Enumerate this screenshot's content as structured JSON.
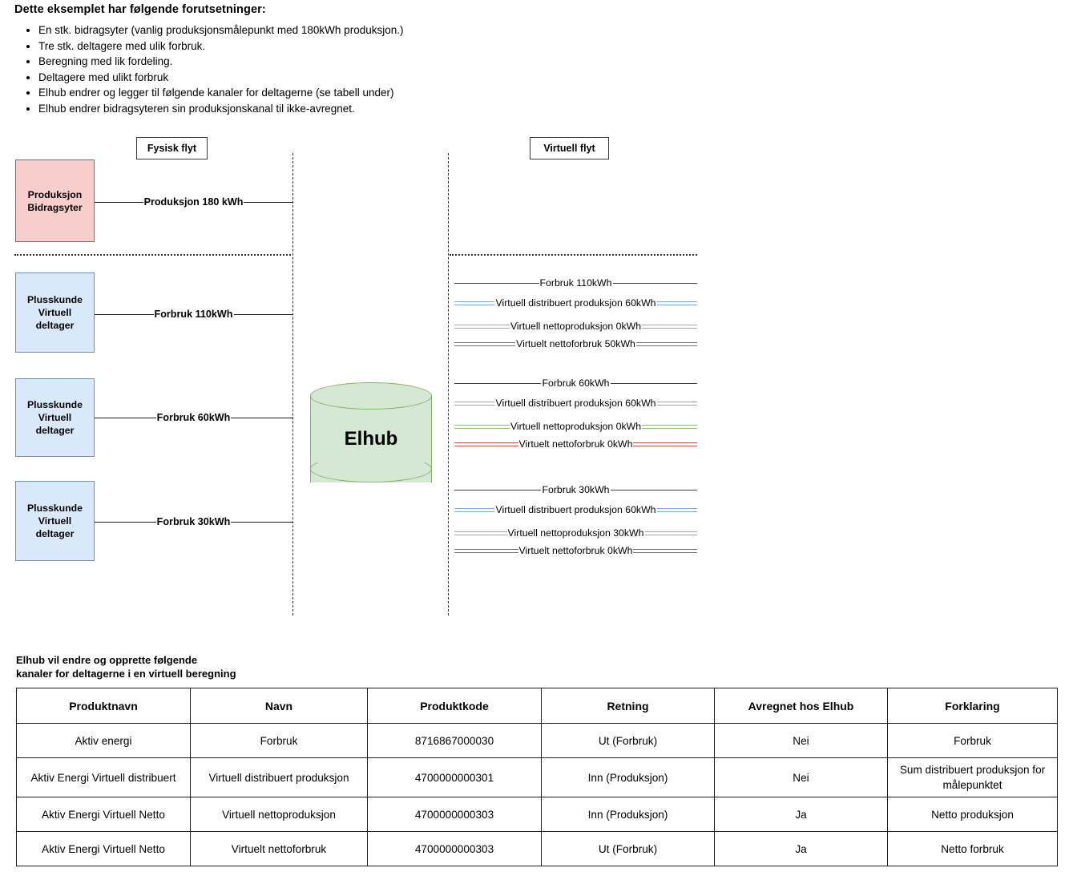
{
  "intro": {
    "title": "Dette eksemplet har følgende forutsetninger:",
    "bullets": [
      "En stk. bidragsyter (vanlig produksjonsmålepunkt med 180kWh produksjon.)",
      "Tre stk. deltagere med ulik forbruk.",
      "Beregning med lik fordeling.",
      "Deltagere med ulikt forbruk",
      "Elhub endrer og legger til følgende kanaler for deltagerne (se tabell under)",
      "Elhub endrer bidragsyteren sin produksjonskanal til ikke-avregnet."
    ]
  },
  "diagram": {
    "tags": {
      "physical": "Fysisk flyt",
      "virtual": "Virtuell flyt"
    },
    "hub": {
      "label": "Elhub",
      "fill": "#d5e8d4",
      "stroke": "#82b366"
    },
    "nodes": [
      {
        "id": "produksjon-bidragsyter",
        "label": "Produksjon\nBidragsyter",
        "fill": "#f8cecc",
        "stroke": "#b85450"
      },
      {
        "id": "plusskunde-1",
        "label": "Plusskunde\nVirtuell\ndeltager",
        "fill": "#dae8fc",
        "stroke": "#6c8ebf"
      },
      {
        "id": "plusskunde-2",
        "label": "Plusskunde\nVirtuell\ndeltager",
        "fill": "#dae8fc",
        "stroke": "#6c8ebf"
      },
      {
        "id": "plusskunde-3",
        "label": "Plusskunde\nVirtuell\ndeltager",
        "fill": "#dae8fc",
        "stroke": "#6c8ebf"
      }
    ],
    "physical_flows": [
      {
        "label": "Produksjon 180 kWh"
      },
      {
        "label": "Forbruk 110kWh"
      },
      {
        "label": "Forbruk 60kWh"
      },
      {
        "label": "Forbruk 30kWh"
      }
    ],
    "virtual_groups": [
      {
        "rows": [
          {
            "label": "Forbruk 110kWh",
            "color": "#3f3f3f"
          },
          {
            "label": "Virtuell distribuert produksjon 60kWh",
            "color": "#7ea6d9"
          },
          {
            "label": "Virtuell nettoproduksjon 0kWh",
            "color": "#8fbc72"
          },
          {
            "label": "Virtuelt nettoforbruk 50kWh",
            "color": "#c0504d"
          }
        ]
      },
      {
        "rows": [
          {
            "label": "Forbruk 60kWh",
            "color": "#3f3f3f"
          },
          {
            "label": "Virtuell distribuert produksjon 60kWh",
            "color": "#7ea6d9"
          },
          {
            "label": "Virtuell nettoproduksjon 0kWh",
            "color": "#8fbc72"
          },
          {
            "label": "Virtuelt nettoforbruk 0kWh",
            "color": "#c0504d"
          }
        ]
      },
      {
        "rows": [
          {
            "label": "Forbruk 30kWh",
            "color": "#3f3f3f"
          },
          {
            "label": "Virtuell distribuert produksjon 60kWh",
            "color": "#7ea6d9"
          },
          {
            "label": "Virtuell nettoproduksjon 30kWh",
            "color": "#8fbc72"
          },
          {
            "label": "Virtuelt nettoforbruk 0kWh",
            "color": "#c0504d"
          }
        ]
      }
    ]
  },
  "table": {
    "caption": "Elhub vil endre og opprette følgende\nkanaler for deltagerne i en virtuell beregning",
    "headers": [
      "Produktnavn",
      "Navn",
      "Produktkode",
      "Retning",
      "Avregnet hos Elhub",
      "Forklaring"
    ],
    "rows": [
      [
        "Aktiv energi",
        "Forbruk",
        "8716867000030",
        "Ut (Forbruk)",
        "Nei",
        "Forbruk"
      ],
      [
        "Aktiv Energi Virtuell distribuert",
        "Virtuell distribuert produksjon",
        "4700000000301",
        "Inn (Produksjon)",
        "Nei",
        "Sum distribuert produksjon for målepunktet"
      ],
      [
        "Aktiv Energi Virtuell Netto",
        "Virtuell nettoproduksjon",
        "4700000000303",
        "Inn (Produksjon)",
        "Ja",
        "Netto produksjon"
      ],
      [
        "Aktiv Energi Virtuell Netto",
        "Virtuelt nettoforbruk",
        "4700000000303",
        "Ut (Forbruk)",
        "Ja",
        "Netto forbruk"
      ]
    ]
  }
}
